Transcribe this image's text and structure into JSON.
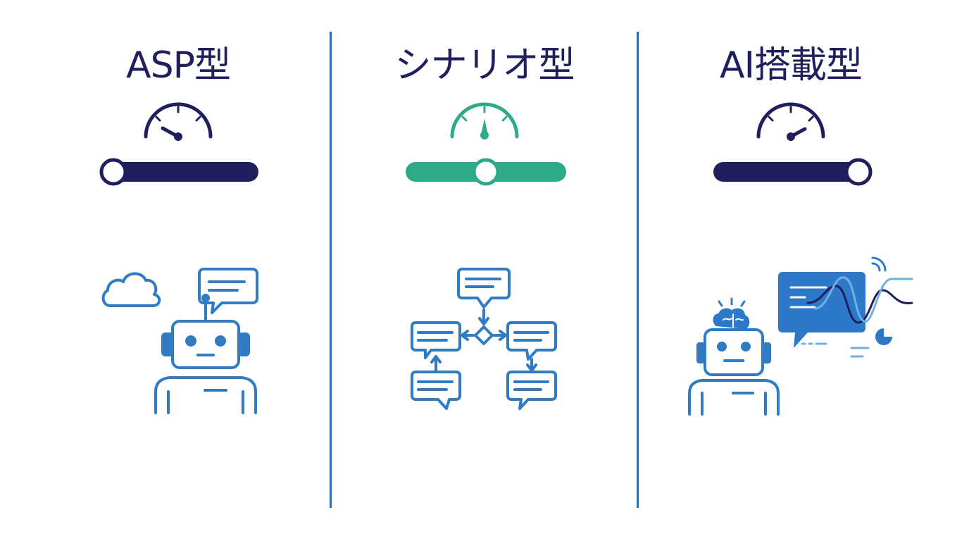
{
  "columns": [
    {
      "title": "ASP型",
      "level": 0.0,
      "accent": "#1e1f5c",
      "illustration": "cloud-robot-chat-icon"
    },
    {
      "title": "シナリオ型",
      "level": 0.5,
      "accent": "#2daa8a",
      "illustration": "scenario-flow-icon"
    },
    {
      "title": "AI搭載型",
      "level": 1.0,
      "accent": "#1e1f5c",
      "illustration": "ai-brain-robot-icon"
    }
  ],
  "colors": {
    "title": "#1e1f5c",
    "icon_blue": "#2f7cc4",
    "icon_fill": "#2d78c8",
    "divider": "#2a6cad"
  }
}
